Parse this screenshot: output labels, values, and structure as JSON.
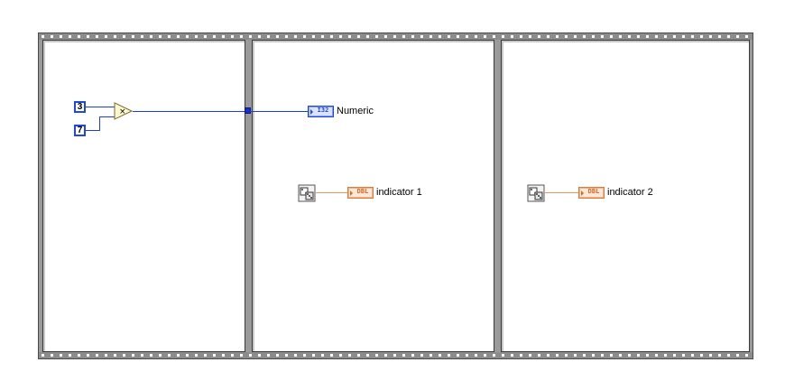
{
  "diagram": {
    "frames": [
      {
        "name": "frame-0",
        "constants": [
          {
            "value": "3"
          },
          {
            "value": "7"
          }
        ],
        "function": {
          "name": "multiply",
          "symbol": "×"
        }
      },
      {
        "name": "frame-1",
        "indicators": [
          {
            "type_label": "I32",
            "label": "Numeric",
            "color": "#1e47e6"
          },
          {
            "type_label": "DBL",
            "label": "indicator 1",
            "color": "#d4682a",
            "source_icon": "random-number-dice-icon"
          }
        ]
      },
      {
        "name": "frame-2",
        "indicators": [
          {
            "type_label": "DBL",
            "label": "indicator 2",
            "color": "#d4682a",
            "source_icon": "random-number-dice-icon"
          }
        ]
      }
    ],
    "colors": {
      "integer_wire": "#1d3fd6",
      "double_wire": "#e7965f",
      "structure_border": "#9a9a9a"
    }
  }
}
